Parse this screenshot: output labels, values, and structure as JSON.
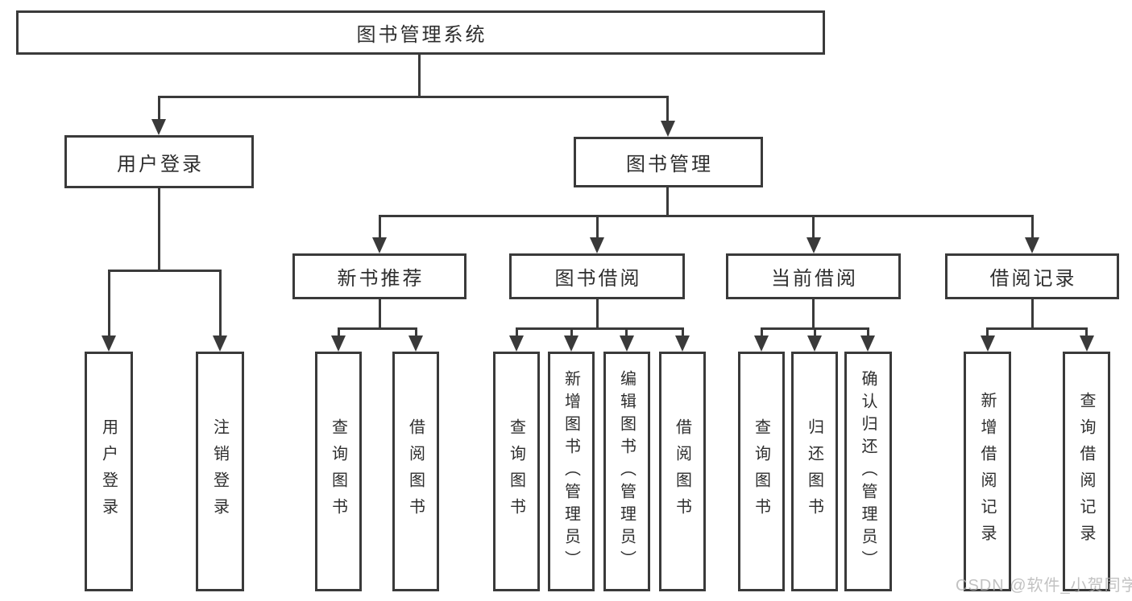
{
  "diagram": {
    "watermark": "CSDN @软件_小贺同学",
    "colors": {
      "line": "#3a3a3a",
      "text": "#2e2e2e",
      "background": "#ffffff",
      "watermark": "#b3b3b3"
    },
    "nodes": {
      "root": "图书管理系统",
      "user_login_group": "用户登录",
      "book_management": "图书管理",
      "new_book_recommend": "新书推荐",
      "book_borrowing": "图书借阅",
      "current_borrowing": "当前借阅",
      "borrowing_records": "借阅记录",
      "user_login": "用户登录",
      "logout": "注销登录",
      "nbr_query_books": "查询图书",
      "nbr_borrow_books": "借阅图书",
      "bb_query_books": "查询图书",
      "bb_add_books": "新增图书（管理员）",
      "bb_edit_books": "编辑图书（管理员）",
      "bb_borrow_books": "借阅图书",
      "cb_query_books": "查询图书",
      "cb_return_books": "归还图书",
      "cb_confirm_return": "确认归还（管理员）",
      "br_add_record": "新增借阅记录",
      "br_query_record": "查询借阅记录"
    },
    "structure": [
      {
        "parent": "图书管理系统",
        "children": [
          "用户登录",
          "图书管理"
        ]
      },
      {
        "parent": "用户登录",
        "children": [
          "用户登录",
          "注销登录"
        ]
      },
      {
        "parent": "图书管理",
        "children": [
          "新书推荐",
          "图书借阅",
          "当前借阅",
          "借阅记录"
        ]
      },
      {
        "parent": "新书推荐",
        "children": [
          "查询图书",
          "借阅图书"
        ]
      },
      {
        "parent": "图书借阅",
        "children": [
          "查询图书",
          "新增图书（管理员）",
          "编辑图书（管理员）",
          "借阅图书"
        ]
      },
      {
        "parent": "当前借阅",
        "children": [
          "查询图书",
          "归还图书",
          "确认归还（管理员）"
        ]
      },
      {
        "parent": "借阅记录",
        "children": [
          "新增借阅记录",
          "查询借阅记录"
        ]
      }
    ]
  }
}
